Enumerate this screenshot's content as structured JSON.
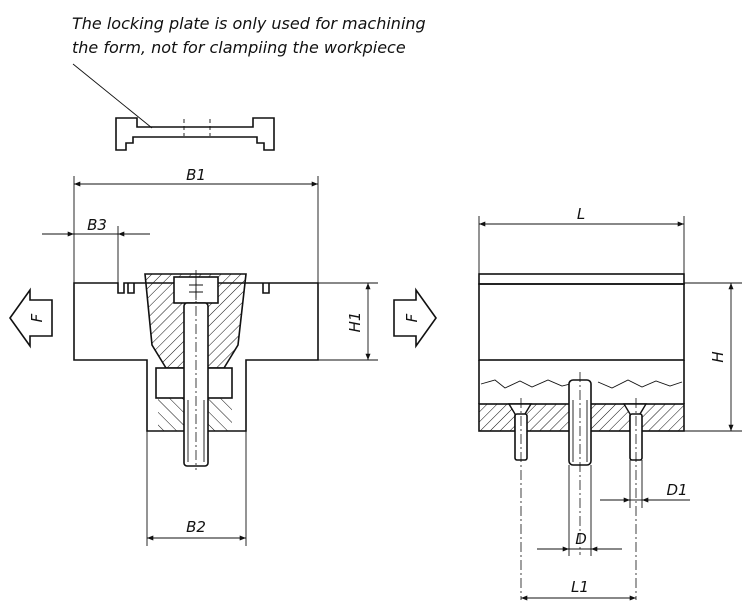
{
  "note": {
    "line1": "The locking plate is only used for machining",
    "line2": "the form, not for clampiing the workpiece"
  },
  "labels": {
    "b1": "B1",
    "b2": "B2",
    "b3": "B3",
    "h1": "H1",
    "f_left": "F",
    "f_right": "F",
    "l": "L",
    "h": "H",
    "d": "D",
    "d1": "D1",
    "l1": "L1"
  },
  "colors": {
    "line": "#111111",
    "background": "#ffffff"
  }
}
